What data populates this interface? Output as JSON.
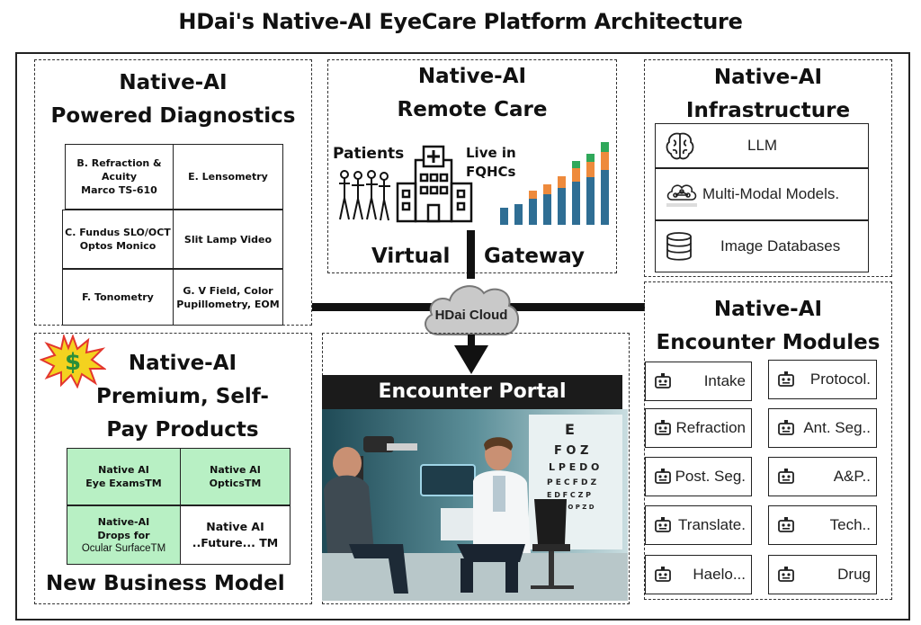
{
  "title": "HDai's Native-AI EyeCare Platform Architecture",
  "diagnostics": {
    "title_line1": "Native-AI",
    "title_line2": "Powered Diagnostics",
    "cells": {
      "refraction": [
        "B. Refraction &",
        "Acuity",
        "Marco TS-610"
      ],
      "lensometry": "E. Lensometry",
      "fundus": [
        "C. Fundus SLO/OCT",
        "Optos Monico"
      ],
      "slitlamp": "Slit Lamp Video",
      "tonometry": "F. Tonometry",
      "vfield": [
        "G. V Field, Color",
        "Pupillometry, EOM"
      ]
    }
  },
  "remote_care": {
    "title_line1": "Native-AI",
    "title_line2": "Remote Care",
    "patients_label": "Patients",
    "live_label_line1": "Live in",
    "live_label_line2": "FQHCs",
    "virtual_label": "Virtual",
    "gateway_label": "Gateway"
  },
  "infrastructure": {
    "title_line1": "Native-AI",
    "title_line2": "Infrastructure",
    "items": [
      {
        "label": "LLM",
        "icon": "brain-icon"
      },
      {
        "label": "Multi-Modal Models.",
        "icon": "network-cloud-icon"
      },
      {
        "label": "Image Databases",
        "icon": "database-icon"
      }
    ]
  },
  "cloud_label": "HDai Cloud",
  "premium": {
    "badge": "$",
    "title_line1": "Native-AI",
    "title_line2": "Premium, Self-",
    "title_line3": "Pay Products",
    "products": {
      "eye_exams": [
        "Native AI",
        "Eye ExamsTM"
      ],
      "optics": [
        "Native AI",
        "OpticsTM"
      ],
      "drops": [
        "Native-AI",
        "Drops for",
        "Ocular SurfaceTM"
      ],
      "future": [
        "Native AI",
        "..Future... TM"
      ]
    },
    "business_model": "New Business Model"
  },
  "portal": {
    "title": "Encounter Portal"
  },
  "modules": {
    "title_line1": "Native-AI",
    "title_line2": "Encounter Modules",
    "left": [
      "Intake",
      "Refraction",
      "Post. Seg.",
      "Translate.",
      "Haelo..."
    ],
    "right": [
      "Protocol.",
      "Ant. Seg..",
      "A&P..",
      "Tech..",
      "Drug"
    ]
  },
  "colors": {
    "bar_blue": "#2f6e94",
    "bar_orange": "#ee8a3c",
    "bar_green": "#2fa85a",
    "product_green": "#b8f0c4",
    "starburst": "#f4d21f"
  }
}
